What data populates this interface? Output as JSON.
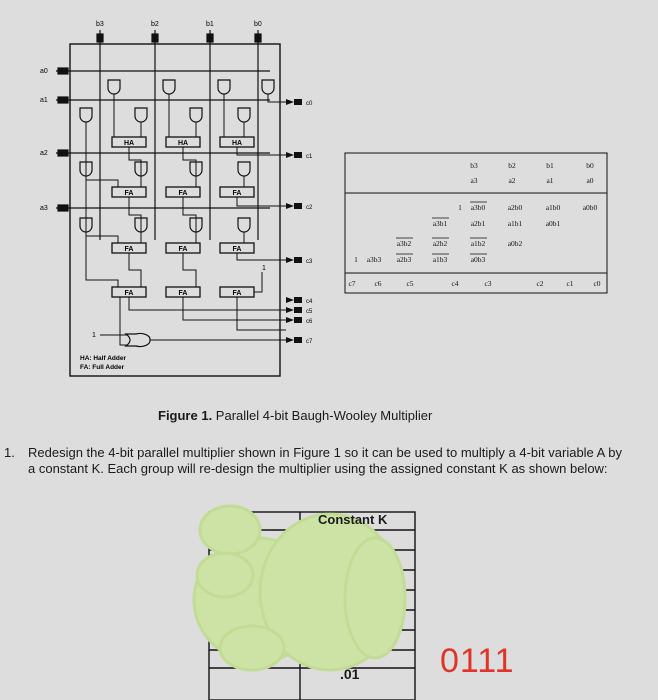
{
  "figure": {
    "caption_bold": "Figure 1.",
    "caption_text": " Parallel 4-bit Baugh-Wooley Multiplier",
    "circuit": {
      "top_inputs": [
        "b3",
        "b2",
        "b1",
        "b0"
      ],
      "left_inputs": [
        "a0",
        "a1",
        "a2",
        "a3"
      ],
      "right_outputs": [
        "c0",
        "c1",
        "c2",
        "c3",
        "c4",
        "c5",
        "c6",
        "c7"
      ],
      "row1_label": "HA",
      "row2_label": "FA",
      "row3_label": "FA",
      "row4_label": "FA",
      "const_one_a": "1",
      "const_one_b": "1",
      "legend_ha": "HA: Half Adder",
      "legend_fa": "FA: Full Adder"
    },
    "table": {
      "header_b": [
        "b3",
        "b2",
        "b1",
        "b0"
      ],
      "header_a": [
        "a3",
        "a2",
        "a1",
        "a0"
      ],
      "pp_row1": [
        "1",
        "a3b0",
        "a2b0",
        "a1b0",
        "a0b0"
      ],
      "pp_row2": [
        "a3b1",
        "a2b1",
        "a1b1",
        "a0b1"
      ],
      "pp_row3": [
        "a3b2",
        "a2b2",
        "a1b2",
        "a0b2"
      ],
      "pp_row4": [
        "1",
        "a3b3",
        "a2b3",
        "a1b3",
        "a0b3"
      ],
      "result": [
        "c7",
        "c6",
        "c5",
        "c4",
        "c3",
        "c2",
        "c1",
        "c0"
      ]
    }
  },
  "question": {
    "number": "1.",
    "text": "Redesign the 4-bit parallel multiplier shown in Figure 1 so it can be used to multiply a 4-bit variable A by a constant K. Each group will re-design the multiplier using the assigned constant K as shown below:"
  },
  "assignment_table": {
    "column_header": "Constant K",
    "partial_cell": ".01",
    "handwritten_answer": "0111"
  },
  "colors": {
    "background": "#dddddd",
    "ink": "#111111",
    "scribble": "#cde3a5",
    "handwriting": "#e0342a"
  }
}
